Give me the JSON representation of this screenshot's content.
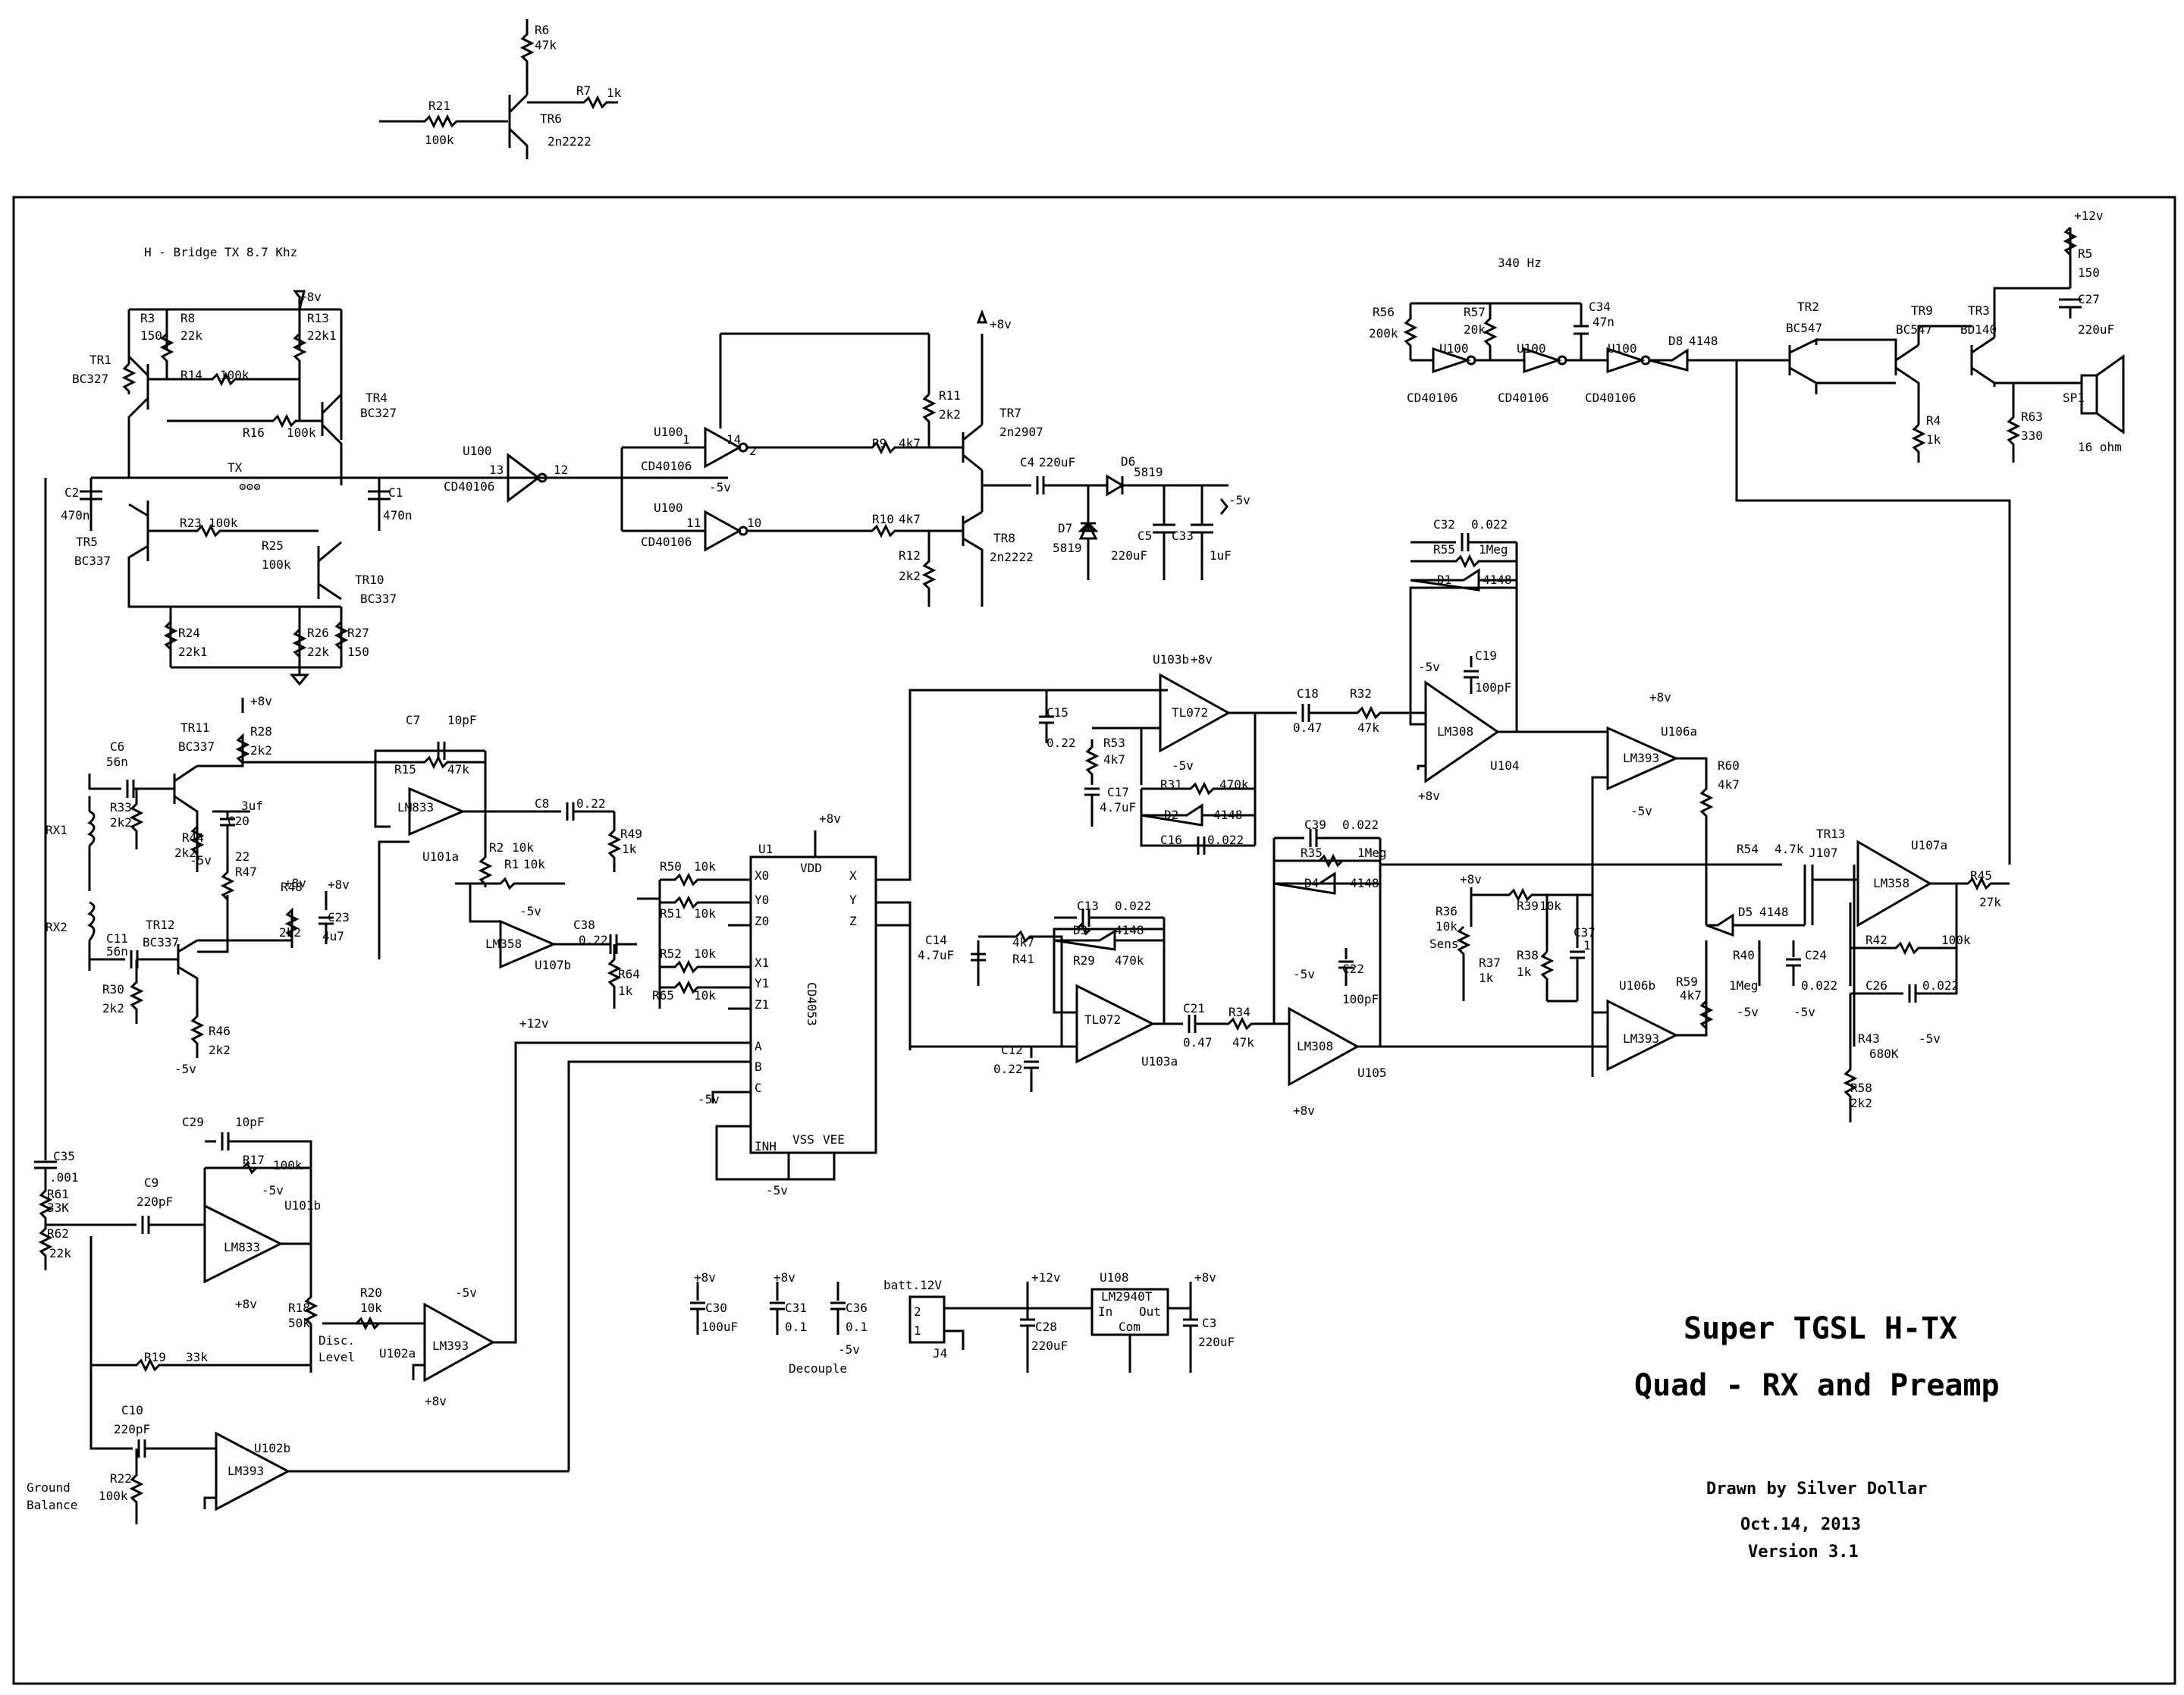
{
  "title": {
    "line1": "Super TGSL H-TX",
    "line2": "Quad - RX and Preamp",
    "drawn": "Drawn by Silver Dollar",
    "date": "Oct.14, 2013",
    "version": "Version 3.1"
  },
  "sections": {
    "hbridge": "H - Bridge TX 8.7 Khz",
    "osc": "340 Hz",
    "decouple": "Decouple",
    "tx_label": "TX",
    "rx1": "RX1",
    "rx2": "RX2",
    "sens": "Sens.",
    "disc": "Disc.",
    "level": "Level",
    "ground": "Ground",
    "balance": "Balance",
    "batt": "batt.12V",
    "speaker_ohm": "16 ohm"
  },
  "ics": {
    "u100": "U100",
    "cd40106": "CD40106",
    "u1": "U1",
    "cd4053": "CD4053",
    "tl072": "TL072",
    "lm308": "LM308",
    "lm393": "LM393",
    "lm833": "LM833",
    "lm358": "LM358",
    "lm2940": "LM2940T",
    "u108": "U108",
    "u103a": "U103a",
    "u103b": "U103b",
    "u104": "U104",
    "u105": "U105",
    "u106a": "U106a",
    "u106b": "U106b",
    "u107a": "U107a",
    "u107b": "U107b",
    "u101a": "U101a",
    "u101b": "U101b",
    "u102a": "U102a",
    "u102b": "U102b"
  },
  "transistors": {
    "tr1": "TR1",
    "tr1_type": "BC327",
    "tr4": "TR4",
    "tr4_type": "BC327",
    "tr5": "TR5",
    "tr5_type": "BC337",
    "tr10": "TR10",
    "tr10_type": "BC337",
    "tr6": "TR6",
    "tr6_type": "2n2222",
    "tr7": "TR7",
    "tr7_type": "2n2907",
    "tr8": "TR8",
    "tr8_type": "2n2222",
    "tr11": "TR11",
    "tr11_type": "BC337",
    "tr12": "TR12",
    "tr12_type": "BC337",
    "tr2": "TR2",
    "tr2_type": "BC547",
    "tr9": "TR9",
    "tr9_type": "BC547",
    "tr3": "TR3",
    "tr3_type": "BD140",
    "tr13": "TR13",
    "tr13_type": "J107"
  },
  "rails": {
    "p8": "+8v",
    "p12": "+12v",
    "m5": "-5v"
  },
  "parts": {
    "r3": "R3",
    "r3v": "150",
    "r8": "R8",
    "r8v": "22k",
    "r13": "R13",
    "r13v": "22k1",
    "r14": "R14",
    "r14v": "100k",
    "r16": "R16",
    "r16v": "100k",
    "r23": "R23",
    "r23v": "100k",
    "r25": "R25",
    "r25v": "100k",
    "r24": "R24",
    "r24v": "22k1",
    "r26": "R26",
    "r26v": "22k",
    "r27": "R27",
    "r27v": "150",
    "c2": "C2",
    "c2v": "470n",
    "c1": "C1",
    "c1v": "470n",
    "r6": "R6",
    "r6v": "47k",
    "r7": "R7",
    "r7v": "1k",
    "r21": "R21",
    "r21v": "100k",
    "r9": "R9",
    "r9v": "4k7",
    "r10": "R10",
    "r10v": "4k7",
    "r11": "R11",
    "r11v": "2k2",
    "r12": "R12",
    "r12v": "2k2",
    "c4": "C4",
    "c4v": "220uF",
    "d6": "D6",
    "d6v": "5819",
    "d7": "D7",
    "d7v": "5819",
    "c5": "C5",
    "c5v": "220uF",
    "c33": "C33",
    "c33v": "1uF",
    "r56": "R56",
    "r56v": "200k",
    "r57": "R57",
    "r57v": "20k",
    "c34": "C34",
    "c34v": "47n",
    "d8": "D8",
    "d8v": "4148",
    "r5": "R5",
    "r5v": "150",
    "c27": "C27",
    "c27v": "220uF",
    "r4": "R4",
    "r4v": "1k",
    "r63": "R63",
    "r63v": "330",
    "sp1": "SP1",
    "c6": "C6",
    "c6v": "56n",
    "r33": "R33",
    "r33v": "2k2",
    "r28": "R28",
    "r28v": "2k2",
    "r44": "R44",
    "r44v": "2k2",
    "c20": "C20",
    "c20v": "3uf",
    "r47": "R47",
    "r47v": "22",
    "c7": "C7",
    "c7v": "10pF",
    "r15": "R15",
    "r15v": "47k",
    "r2": "R2",
    "r2v": "10k",
    "r1": "R1",
    "r1v": "10k",
    "c8": "C8",
    "c8v": "0.22",
    "r49": "R49",
    "r49v": "1k",
    "r48": "R48",
    "r48v": "2k2",
    "c23": "C23",
    "c23v": "4u7",
    "c11": "C11",
    "c11v": "56n",
    "r30": "R30",
    "r30v": "2k2",
    "r46": "R46",
    "r46v": "2k2",
    "c38": "C38",
    "c38v": "0.22",
    "r64": "R64",
    "r64v": "1k",
    "r50": "R50",
    "r50v": "10k",
    "r51": "R51",
    "r51v": "10k",
    "r52": "R52",
    "r52v": "10k",
    "r65": "R65",
    "r65v": "10k",
    "c15": "C15",
    "c15v": "0.22",
    "r53": "R53",
    "r53v": "4k7",
    "c17": "C17",
    "c17v": "4.7uF",
    "r31": "R31",
    "r31v": "470k",
    "d2": "D2",
    "d2v": "4148",
    "c16": "C16",
    "c16v": "0.022",
    "c18": "C18",
    "c18v": "0.47",
    "r32": "R32",
    "r32v": "47k",
    "c32": "C32",
    "c32v": "0.022",
    "r55": "R55",
    "r55v": "1Meg",
    "d1": "D1",
    "d1v": "4148",
    "c19": "C19",
    "c19v": "100pF",
    "r60": "R60",
    "r60v": "4k7",
    "c13": "C13",
    "c13v": "0.022",
    "d3": "D3",
    "d3v": "4148",
    "r29": "R29",
    "r29v": "470k",
    "c14": "C14",
    "c14v": "4.7uF",
    "r41": "R41",
    "r41v": "4k7",
    "c12": "C12",
    "c12v": "0.22",
    "c21": "C21",
    "c21v": "0.47",
    "r34": "R34",
    "r34v": "47k",
    "c39": "C39",
    "c39v": "0.022",
    "r35": "R35",
    "r35v": "1Meg",
    "d4": "D4",
    "d4v": "4148",
    "c22": "C22",
    "c22v": "100pF",
    "r36": "R36",
    "r36v": "10k",
    "r39": "R39",
    "r39v": "10k",
    "c37": "C37",
    "c37v": "1",
    "r37": "R37",
    "r37v": "1k",
    "r38": "R38",
    "r38v": "1k",
    "r59": "R59",
    "r59v": "4k7",
    "r54": "R54",
    "r54v": "4.7k",
    "d5": "D5",
    "d5v": "4148",
    "r40": "R40",
    "r40v": "1Meg",
    "c24": "C24",
    "c24v": "0.022",
    "r45": "R45",
    "r45v": "27k",
    "r42": "R42",
    "r42v": "100k",
    "c26": "C26",
    "c26v": "0.022",
    "r43": "R43",
    "r43v": "680K",
    "r58": "R58",
    "r58v": "2k2",
    "c35": "C35",
    "c35v": ".001",
    "r61": "R61",
    "r61v": "33K",
    "r62": "R62",
    "r62v": "22k",
    "c29": "C29",
    "c29v": "10pF",
    "r17": "R17",
    "r17v": "100k",
    "c9": "C9",
    "c9v": "220pF",
    "r18": "R18",
    "r18v": "50k",
    "r20": "R20",
    "r20v": "10k",
    "r19": "R19",
    "r19v": "33k",
    "c10": "C10",
    "c10v": "220pF",
    "r22": "R22",
    "r22v": "100k",
    "c30": "C30",
    "c30v": "100uF",
    "c31": "C31",
    "c31v": "0.1",
    "c36": "C36",
    "c36v": "0.1",
    "c28": "C28",
    "c28v": "220uF",
    "c3": "C3",
    "c3v": "220uF",
    "j4": "J4",
    "in_label": "In",
    "out_label": "Out",
    "com_label": "Com"
  }
}
